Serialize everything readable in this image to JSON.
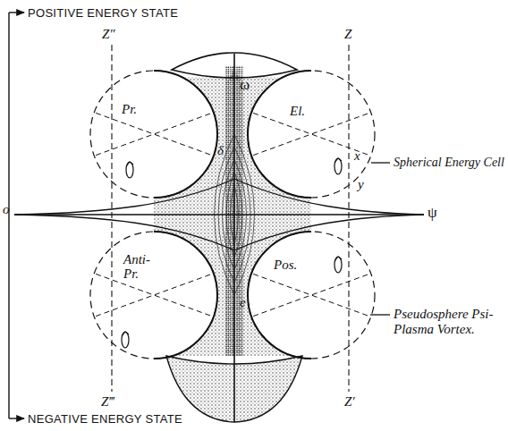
{
  "diagram": {
    "nodes": [
      {
        "text": [
          "Pr."
        ]
      },
      {
        "text": [
          "El."
        ]
      },
      {
        "text": [
          "Anti-Pr."
        ]
      },
      {
        "text": [
          "Pos."
        ]
      }
    ],
    "labels": [
      "POSITIVE ENERGY STATE",
      "Z″",
      "Z",
      "ω",
      "δ",
      "x",
      "y",
      "Spherical Energy Cell",
      "o",
      "ψ",
      "e",
      "Pseudosphere Psi-Plasma Vortex.",
      "Z‴",
      "Z′",
      "NEGATIVE ENERGY STATE"
    ]
  }
}
